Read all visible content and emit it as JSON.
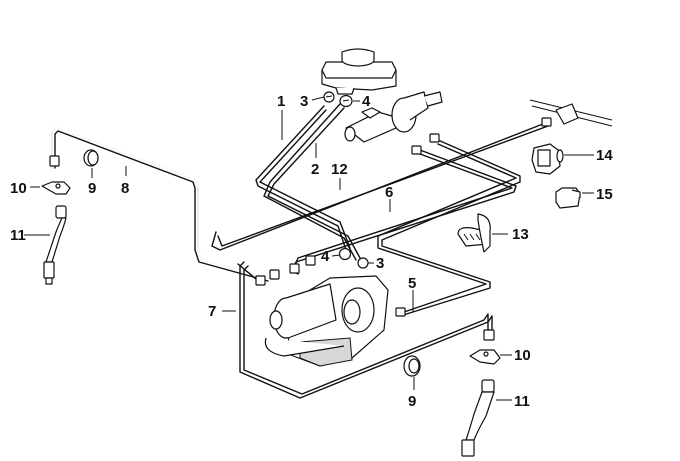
{
  "diagram": {
    "title": "Brake pipes / ABS hydraulic unit parts diagram",
    "callouts": [
      {
        "id": "c1",
        "label": "1",
        "part": "brake pipe"
      },
      {
        "id": "c2",
        "label": "2",
        "part": "brake pipe"
      },
      {
        "id": "c3a",
        "label": "3",
        "part": "plug / seal"
      },
      {
        "id": "c4a",
        "label": "4",
        "part": "plug / seal"
      },
      {
        "id": "c12",
        "label": "12",
        "part": "brake pipe"
      },
      {
        "id": "c6",
        "label": "6",
        "part": "brake pipe"
      },
      {
        "id": "c4b",
        "label": "4",
        "part": "plug / seal"
      },
      {
        "id": "c3b",
        "label": "3",
        "part": "plug / seal"
      },
      {
        "id": "c5",
        "label": "5",
        "part": "brake pipe"
      },
      {
        "id": "c7",
        "label": "7",
        "part": "brake pipe"
      },
      {
        "id": "c8",
        "label": "8",
        "part": "brake pipe"
      },
      {
        "id": "c9a",
        "label": "9",
        "part": "grommet"
      },
      {
        "id": "c10a",
        "label": "10",
        "part": "bracket"
      },
      {
        "id": "c11a",
        "label": "11",
        "part": "brake hose"
      },
      {
        "id": "c9b",
        "label": "9",
        "part": "grommet"
      },
      {
        "id": "c10b",
        "label": "10",
        "part": "bracket"
      },
      {
        "id": "c11b",
        "label": "11",
        "part": "brake hose"
      },
      {
        "id": "c13",
        "label": "13",
        "part": "pipe clip"
      },
      {
        "id": "c14",
        "label": "14",
        "part": "grommet / holder"
      },
      {
        "id": "c15",
        "label": "15",
        "part": "clip"
      }
    ]
  }
}
